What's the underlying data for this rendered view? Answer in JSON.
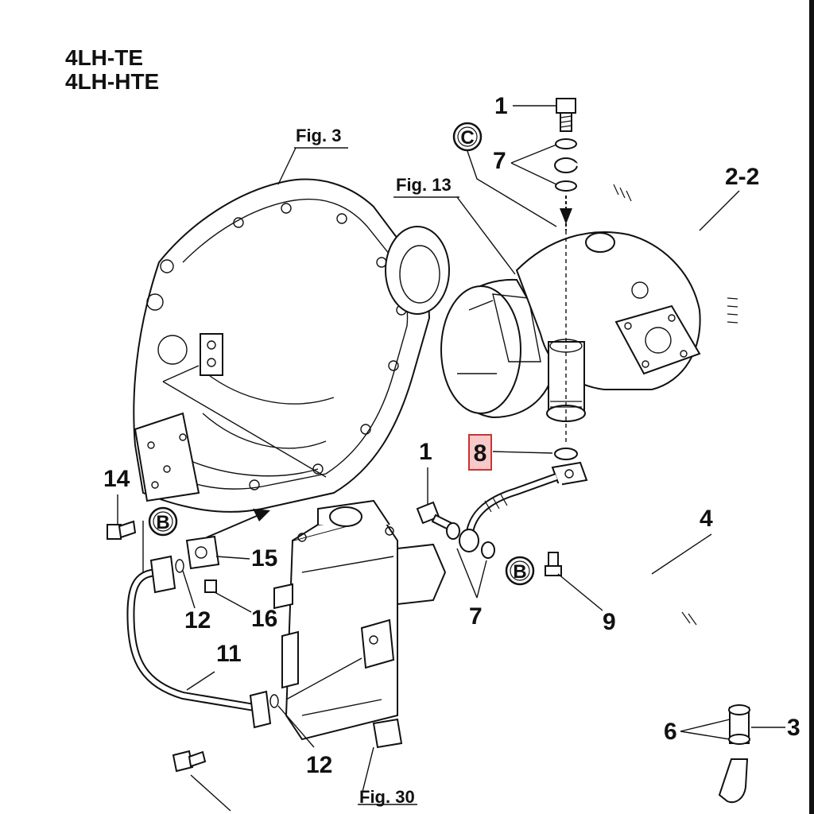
{
  "header": {
    "model_1": "4LH-TE",
    "model_2": "4LH-HTE"
  },
  "figure_refs": {
    "fig3": "Fig. 3",
    "fig13": "Fig. 13",
    "fig30": "Fig. 30"
  },
  "callouts": {
    "c1_top": "1",
    "c7_top": "7",
    "c2_2": "2-2",
    "c8": "8",
    "c1_mid": "1",
    "c4": "4",
    "c14": "14",
    "c15": "15",
    "c12_left": "12",
    "c16": "16",
    "c7_bottom": "7",
    "c9": "9",
    "c11": "11",
    "c6": "6",
    "c3": "3",
    "c12_bottom": "12"
  },
  "circle_refs": {
    "C": "C",
    "B_left": "B",
    "B_right": "B"
  },
  "colors": {
    "ink": "#111111",
    "highlight_fill": "#f8c9c9",
    "highlight_border": "#cc3333"
  }
}
